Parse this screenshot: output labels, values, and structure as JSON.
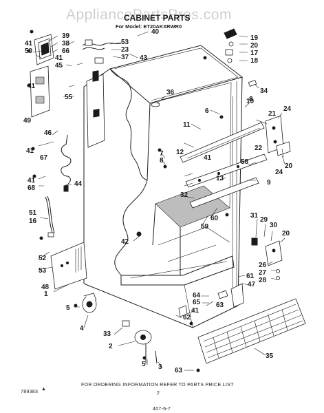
{
  "header": {
    "watermark": "AppliancePartsPros.com",
    "title": "CABINET PARTS",
    "model_line": "For Model: ET20AKXRWR0"
  },
  "callouts": [
    {
      "id": "c39",
      "text": "39"
    },
    {
      "id": "c38",
      "text": "38"
    },
    {
      "id": "c66",
      "text": "66"
    },
    {
      "id": "c41a",
      "text": "41"
    },
    {
      "id": "c50",
      "text": "50"
    },
    {
      "id": "c53a",
      "text": "53"
    },
    {
      "id": "c23",
      "text": "23"
    },
    {
      "id": "c37",
      "text": "37"
    },
    {
      "id": "c40",
      "text": "40"
    },
    {
      "id": "c43",
      "text": "43"
    },
    {
      "id": "c41b",
      "text": "41"
    },
    {
      "id": "c45",
      "text": "45"
    },
    {
      "id": "c19",
      "text": "19"
    },
    {
      "id": "c20a",
      "text": "20"
    },
    {
      "id": "c17",
      "text": "17"
    },
    {
      "id": "c18",
      "text": "18"
    },
    {
      "id": "c36",
      "text": "36"
    },
    {
      "id": "c34",
      "text": "34"
    },
    {
      "id": "c10",
      "text": "10"
    },
    {
      "id": "c41c",
      "text": "41"
    },
    {
      "id": "c55",
      "text": "55"
    },
    {
      "id": "c49",
      "text": "49"
    },
    {
      "id": "c6",
      "text": "6"
    },
    {
      "id": "c8a",
      "text": "8"
    },
    {
      "id": "c21",
      "text": "21"
    },
    {
      "id": "c24a",
      "text": "24"
    },
    {
      "id": "c46",
      "text": "46"
    },
    {
      "id": "c11",
      "text": "11"
    },
    {
      "id": "c12",
      "text": "12"
    },
    {
      "id": "c41d",
      "text": "41"
    },
    {
      "id": "c67",
      "text": "67"
    },
    {
      "id": "c7",
      "text": "7"
    },
    {
      "id": "c8b",
      "text": "8"
    },
    {
      "id": "c22",
      "text": "22"
    },
    {
      "id": "c41e",
      "text": "41"
    },
    {
      "id": "c58",
      "text": "58"
    },
    {
      "id": "c24b",
      "text": "24"
    },
    {
      "id": "c20b",
      "text": "20"
    },
    {
      "id": "c41f",
      "text": "41"
    },
    {
      "id": "c68",
      "text": "68"
    },
    {
      "id": "c44",
      "text": "44"
    },
    {
      "id": "c13",
      "text": "13"
    },
    {
      "id": "c9",
      "text": "9"
    },
    {
      "id": "c32",
      "text": "32"
    },
    {
      "id": "c51",
      "text": "51"
    },
    {
      "id": "c16",
      "text": "16"
    },
    {
      "id": "c59",
      "text": "59"
    },
    {
      "id": "c60",
      "text": "60"
    },
    {
      "id": "c31",
      "text": "31"
    },
    {
      "id": "c29",
      "text": "29"
    },
    {
      "id": "c30",
      "text": "30"
    },
    {
      "id": "c20c",
      "text": "20"
    },
    {
      "id": "c42",
      "text": "42"
    },
    {
      "id": "c52",
      "text": "52"
    },
    {
      "id": "c53b",
      "text": "53"
    },
    {
      "id": "c26",
      "text": "26"
    },
    {
      "id": "c27",
      "text": "27"
    },
    {
      "id": "c28",
      "text": "28"
    },
    {
      "id": "c61",
      "text": "61"
    },
    {
      "id": "c47",
      "text": "47"
    },
    {
      "id": "c48",
      "text": "48"
    },
    {
      "id": "c1",
      "text": "1"
    },
    {
      "id": "c64",
      "text": "64"
    },
    {
      "id": "c65",
      "text": "65"
    },
    {
      "id": "c63a",
      "text": "63"
    },
    {
      "id": "c41g",
      "text": "41"
    },
    {
      "id": "c5a",
      "text": "5"
    },
    {
      "id": "c62",
      "text": "62"
    },
    {
      "id": "c4",
      "text": "4"
    },
    {
      "id": "c33",
      "text": "33"
    },
    {
      "id": "c2",
      "text": "2"
    },
    {
      "id": "c5b",
      "text": "5"
    },
    {
      "id": "c3",
      "text": "3"
    },
    {
      "id": "c35",
      "text": "35"
    },
    {
      "id": "c63b",
      "text": "63"
    }
  ],
  "footer": {
    "order_note": "FOR ORDERING INFORMATION REFER TO PARTS PRICE LIST",
    "diagram_code": "789383",
    "page_number": "2",
    "date_code": "407-6-7"
  }
}
